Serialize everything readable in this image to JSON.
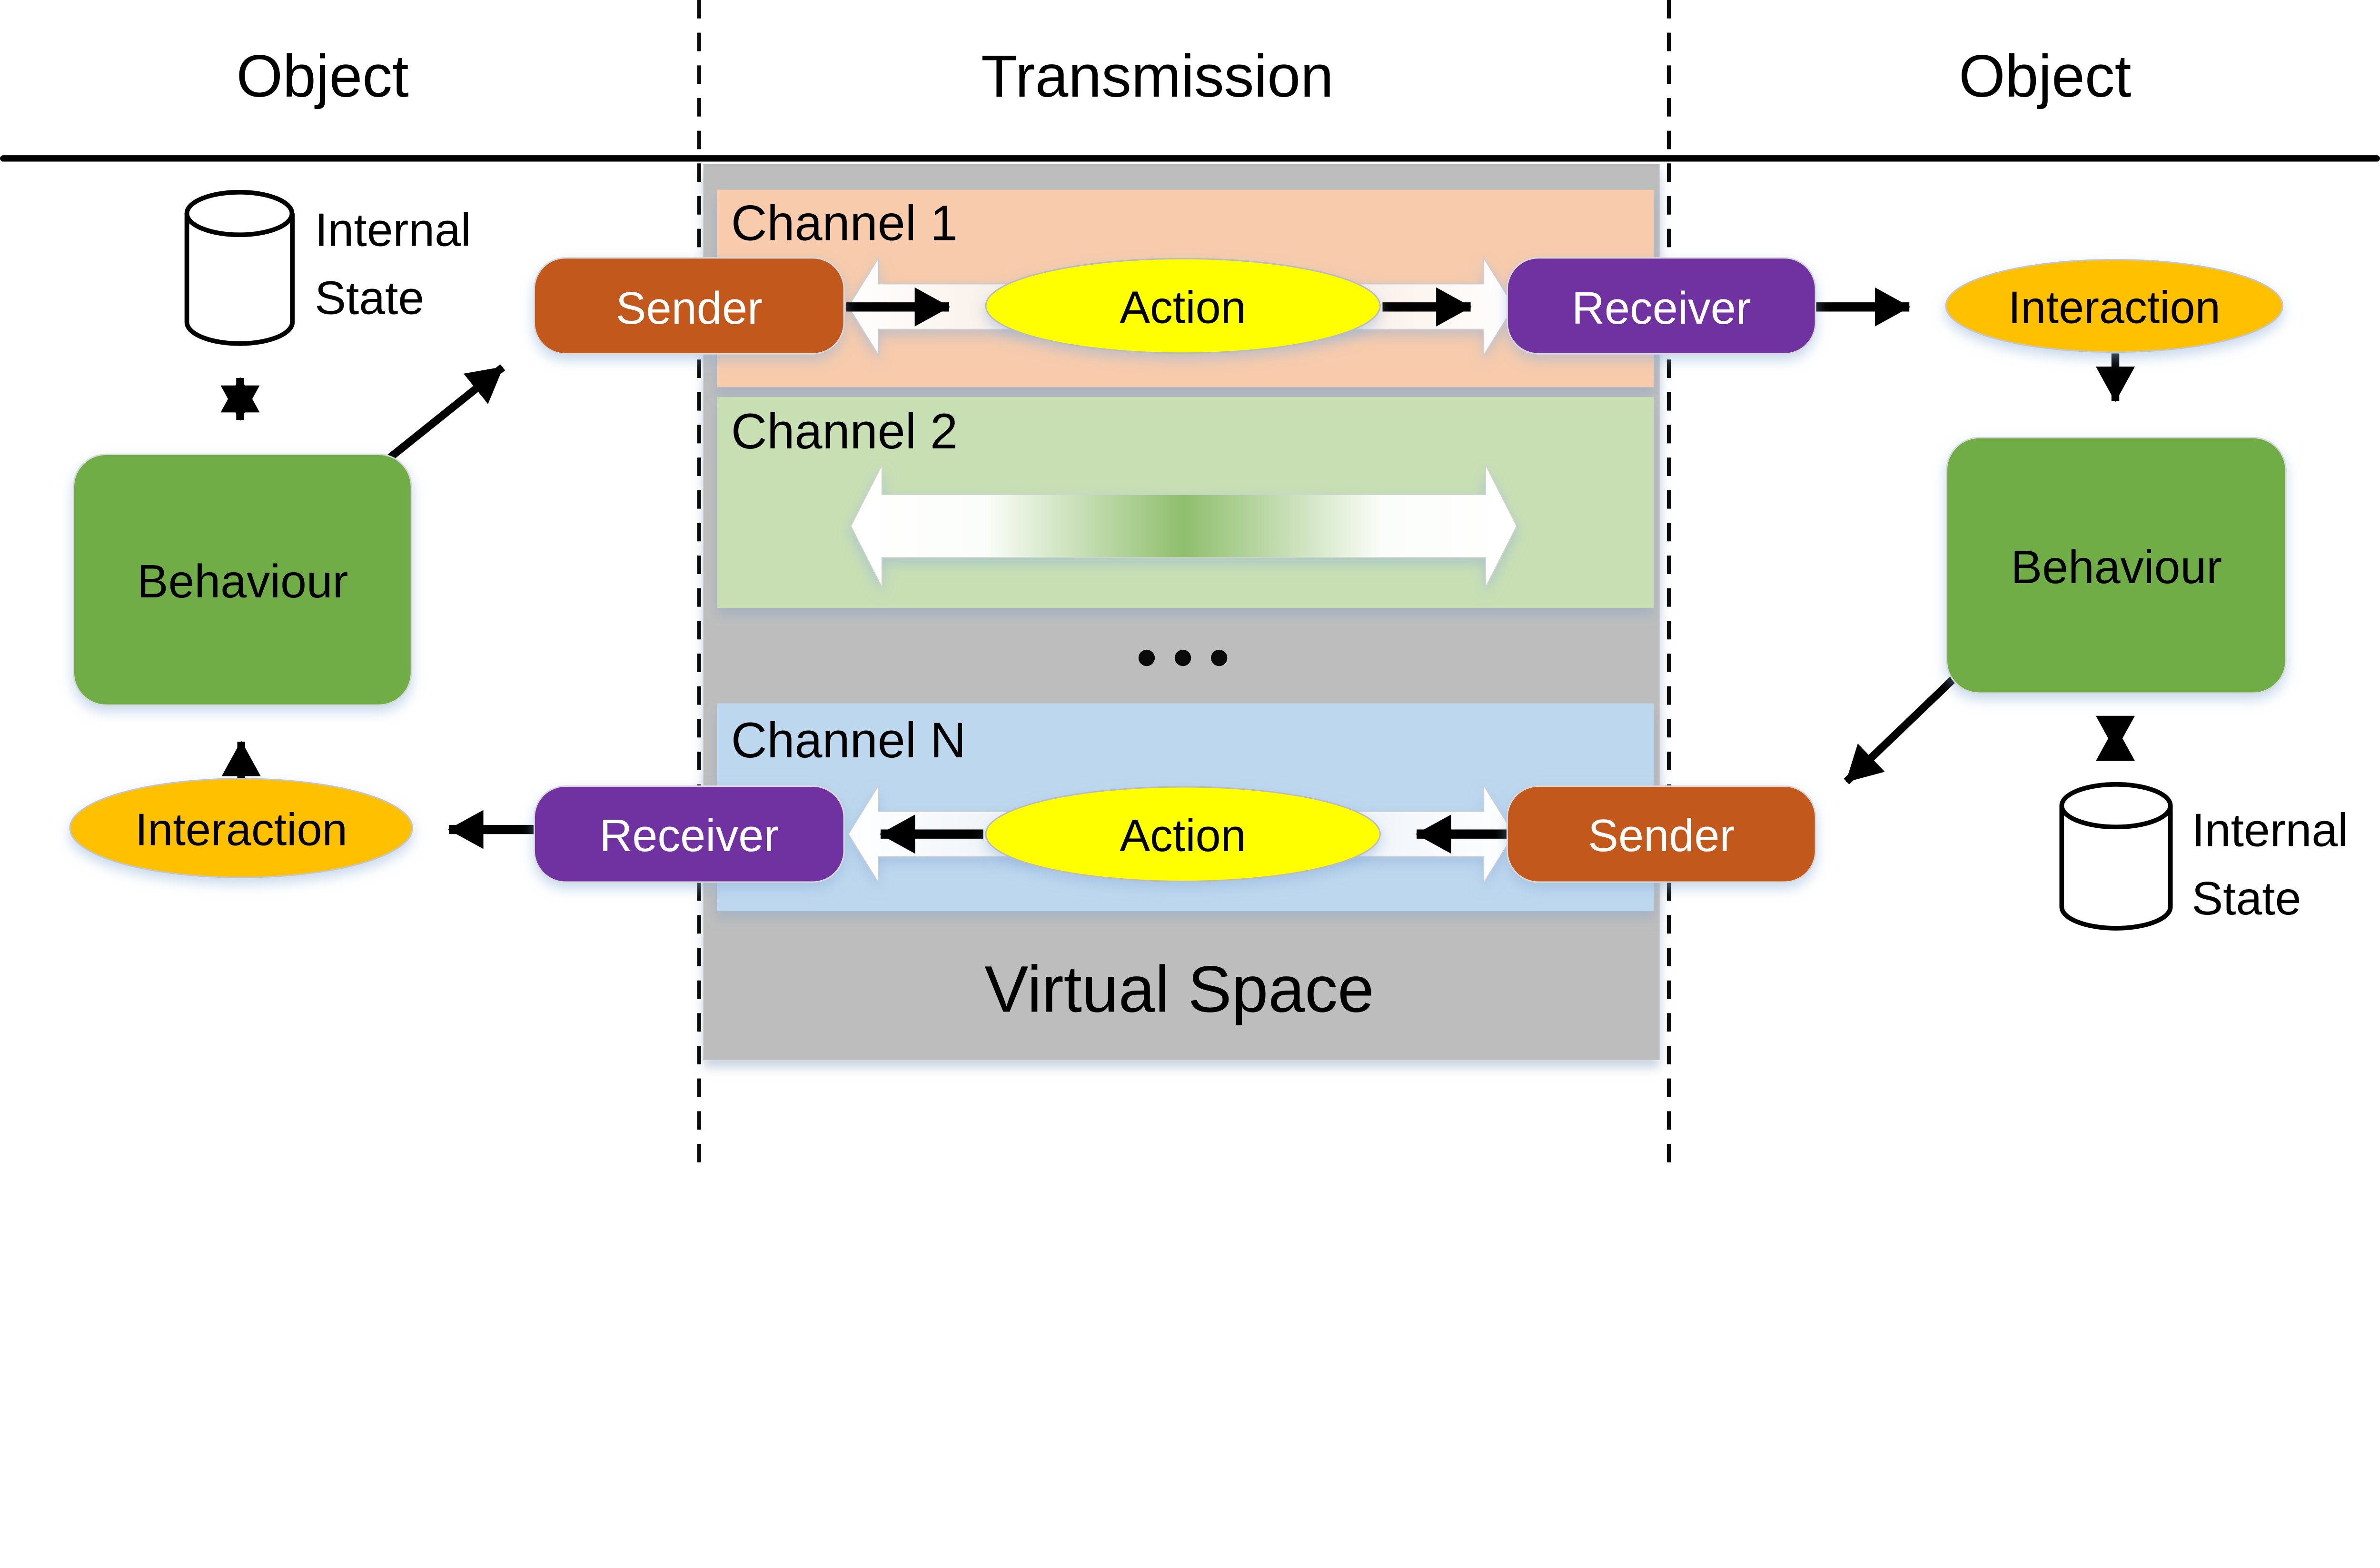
{
  "title_row": {
    "left": "Object",
    "center": "Transmission",
    "right": "Object"
  },
  "virtual_space": {
    "title": "Virtual Space",
    "ellipsis_icon": "three-dots-horizontal"
  },
  "channels": {
    "channel1": {
      "label": "Channel 1",
      "sender": "Sender",
      "action": "Action",
      "receiver": "Receiver"
    },
    "channel2": {
      "label": "Channel 2"
    },
    "channelN": {
      "label": "Channel N",
      "sender": "Sender",
      "action": "Action",
      "receiver": "Receiver"
    }
  },
  "left_object": {
    "internal_state": {
      "line1": "Internal",
      "line2": "State"
    },
    "behaviour": "Behaviour",
    "interaction": "Interaction"
  },
  "right_object": {
    "internal_state": {
      "line1": "Internal",
      "line2": "State"
    },
    "behaviour": "Behaviour",
    "interaction": "Interaction"
  },
  "colors": {
    "sender": "#C2581A",
    "receiver": "#7030A0",
    "behaviour": "#70AD47",
    "interaction": "#FFC000",
    "action": "#FFFF00",
    "channel1_bg": "#F7CBAC",
    "channel2_bg": "#C8DFB4",
    "channelN_bg": "#BDD7EE",
    "virtual_space_bg": "#BDBDBD"
  }
}
